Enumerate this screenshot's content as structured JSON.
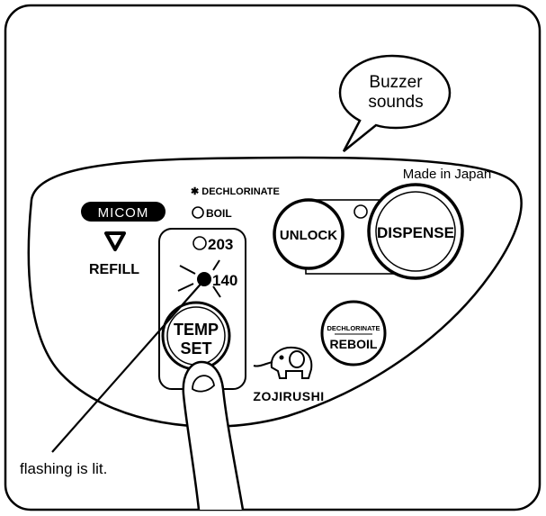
{
  "callout": {
    "line1": "Buzzer",
    "line2": "sounds"
  },
  "panel": {
    "made_in": "Made in Japan",
    "micom": "MICOM",
    "refill": "REFILL",
    "dechlorinate_star": "✱ DECHLORINATE",
    "boil": "BOIL",
    "temp_203": "203",
    "temp_140": "140",
    "temp_set_line1": "TEMP",
    "temp_set_line2": "SET",
    "unlock": "UNLOCK",
    "dispense": "DISPENSE",
    "reboil_small": "DECHLORINATE",
    "reboil": "REBOIL",
    "brand": "ZOJIRUSHI"
  },
  "caption": {
    "text": "flashing is lit."
  },
  "colors": {
    "ink": "#000000",
    "paper": "#ffffff",
    "lit_lamp": "#000000"
  }
}
